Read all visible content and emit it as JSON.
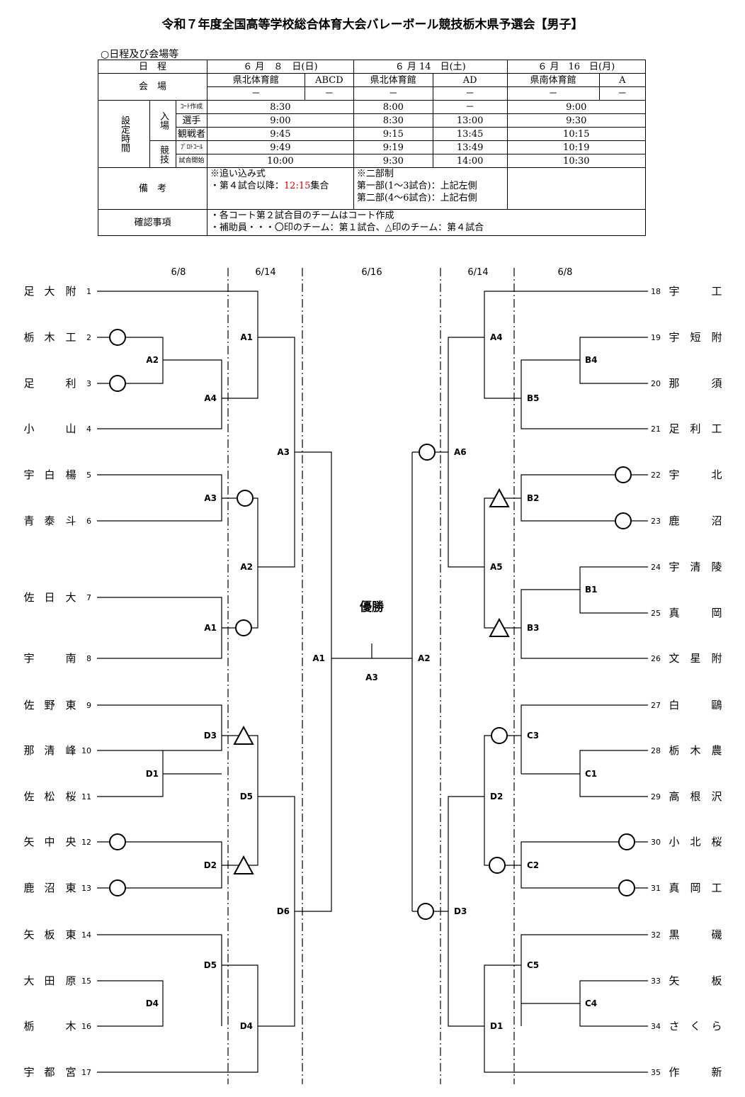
{
  "title": "令和７年度全国高等学校総合体育大会バレーボール競技栃木県予選会【男子】",
  "schedule": {
    "heading": "○日程及び会場等",
    "row_labels": {
      "date": "日　程",
      "venue": "会　場",
      "settei": "設定時間",
      "nyujo": "入場",
      "kyogi": "競技",
      "court": "ｺｰﾄ作成",
      "players": "選手",
      "spectators": "観戦者",
      "protocol": "ﾌﾟﾛﾄｺｰﾙ",
      "start": "試合開始",
      "notes": "備　考",
      "confirm": "確認事項"
    },
    "dates": [
      "６ 月　８　日(日)",
      "６ 月 14　日(土)",
      "６ 月　16　日(月)"
    ],
    "venues": [
      "県北体育館",
      "ABCD",
      "県北体育館",
      "AD",
      "県南体育館",
      "A"
    ],
    "dash": "－",
    "times": {
      "court": [
        "8:30",
        "8:00",
        "－",
        "9:00"
      ],
      "players": [
        "9:00",
        "8:30",
        "13:00",
        "9:30"
      ],
      "spectators": [
        "9:45",
        "9:15",
        "13:45",
        "10:15"
      ],
      "protocol": [
        "9:49",
        "9:19",
        "13:49",
        "10:19"
      ],
      "start": [
        "10:00",
        "9:30",
        "14:00",
        "10:30"
      ]
    },
    "notes": {
      "day1_line1": "※追い込み式",
      "day1_line2_prefix": "・第４試合以降：",
      "day1_time": "12:15",
      "day1_line2_suffix": "集合",
      "day2_line1": "※二部制",
      "day2_line2": "第一部(1～3試合)：上記左側",
      "day2_line3": "第二部(4～6試合)：上記右側"
    },
    "confirm": {
      "line1": "・各コート第２試合目のチームはコート作成",
      "line2": "・補助員・・・〇印のチーム：第１試合、△印のチーム：第４試合"
    }
  },
  "bracket": {
    "round_dates": {
      "l1": "6/8",
      "l2": "6/14",
      "center": "6/16",
      "r2": "6/14",
      "r1": "6/8"
    },
    "champion_label": "優勝",
    "left_teams": [
      {
        "no": "1",
        "name": "足大附"
      },
      {
        "no": "2",
        "name": "栃木工"
      },
      {
        "no": "3",
        "name": "足　利"
      },
      {
        "no": "4",
        "name": "小　山"
      },
      {
        "no": "5",
        "name": "宇白楊"
      },
      {
        "no": "6",
        "name": "青泰斗"
      },
      {
        "no": "7",
        "name": "佐日大"
      },
      {
        "no": "8",
        "name": "宇　南"
      },
      {
        "no": "9",
        "name": "佐野東"
      },
      {
        "no": "10",
        "name": "那清峰"
      },
      {
        "no": "11",
        "name": "佐松桜"
      },
      {
        "no": "12",
        "name": "矢中央"
      },
      {
        "no": "13",
        "name": "鹿沼東"
      },
      {
        "no": "14",
        "name": "矢板東"
      },
      {
        "no": "15",
        "name": "大田原"
      },
      {
        "no": "16",
        "name": "栃　木"
      },
      {
        "no": "17",
        "name": "宇都宮"
      }
    ],
    "right_teams": [
      {
        "no": "18",
        "name": "宇　工"
      },
      {
        "no": "19",
        "name": "宇短附"
      },
      {
        "no": "20",
        "name": "那　須"
      },
      {
        "no": "21",
        "name": "足利工"
      },
      {
        "no": "22",
        "name": "宇　北"
      },
      {
        "no": "23",
        "name": "鹿　沼"
      },
      {
        "no": "24",
        "name": "宇清陵"
      },
      {
        "no": "25",
        "name": "真　岡"
      },
      {
        "no": "26",
        "name": "文星附"
      },
      {
        "no": "27",
        "name": "白　鷗"
      },
      {
        "no": "28",
        "name": "栃木農"
      },
      {
        "no": "29",
        "name": "高根沢"
      },
      {
        "no": "30",
        "name": "小北桜"
      },
      {
        "no": "31",
        "name": "真岡工"
      },
      {
        "no": "32",
        "name": "黒　磯"
      },
      {
        "no": "33",
        "name": "矢　板"
      },
      {
        "no": "34",
        "name": "さくら"
      },
      {
        "no": "35",
        "name": "作　新"
      }
    ],
    "match_labels": {
      "L_A2": "A2",
      "L_A4": "A4",
      "L_A1": "A1",
      "L_A3": "A3",
      "L_A1b": "A1",
      "L_A2b": "A2",
      "L_A3b": "A3",
      "L_D1": "D1",
      "L_D2": "D2",
      "L_D3": "D3",
      "L_D4": "D4",
      "L_D5": "D5",
      "L_D4b": "D4",
      "L_D5b": "D5",
      "L_D6": "D6",
      "C_A1": "A1",
      "C_A2": "A2",
      "C_A3": "A3",
      "R_B4": "B4",
      "R_B5": "B5",
      "R_B2": "B2",
      "R_B1": "B1",
      "R_B3": "B3",
      "R_A4": "A4",
      "R_A5": "A5",
      "R_A6": "A6",
      "R_C1": "C1",
      "R_C2": "C2",
      "R_C3": "C3",
      "R_C4": "C4",
      "R_C5": "C5",
      "R_D1": "D1",
      "R_D2": "D2",
      "R_D3": "D3"
    }
  }
}
